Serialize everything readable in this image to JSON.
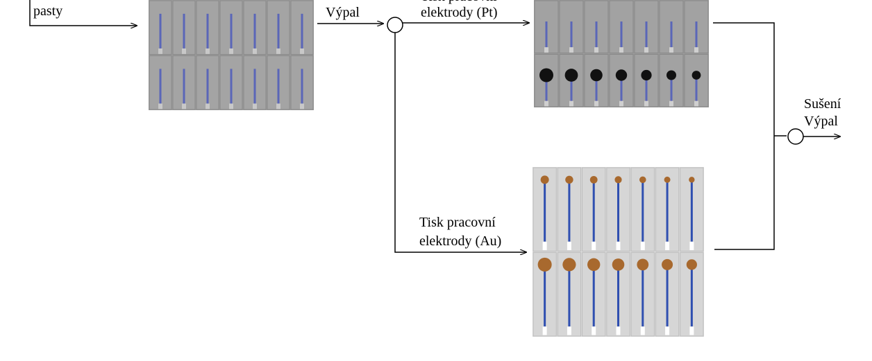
{
  "labels": {
    "pasty": "pasty",
    "vypal_1": "Výpal",
    "pt_line1": "Tisk pracovní",
    "pt_line2": "elektrody (Pt)",
    "au_line1": "Tisk pracovní",
    "au_line2": "elektrody (Au)",
    "final_line1": "Sušení",
    "final_line2": "Výpal"
  },
  "photos": {
    "top_left": {
      "name": "substrate-photo",
      "columns": 7,
      "rows": 2,
      "dot_color": "",
      "trace_color": "#5a66b8"
    },
    "pt": {
      "name": "pt-electrode-photo",
      "columns": 7,
      "rows": 2,
      "dot_color": "#111111",
      "trace_color": "#5a66b8"
    },
    "au": {
      "name": "au-electrode-photo",
      "columns": 7,
      "rows": 2,
      "dot_color": "#a8692e",
      "trace_color": "#2f4fb0"
    }
  },
  "colors": {
    "line": "#000000",
    "photo_bg": "#9c9c9c",
    "photo_bg_au": "#dcdcdc"
  }
}
